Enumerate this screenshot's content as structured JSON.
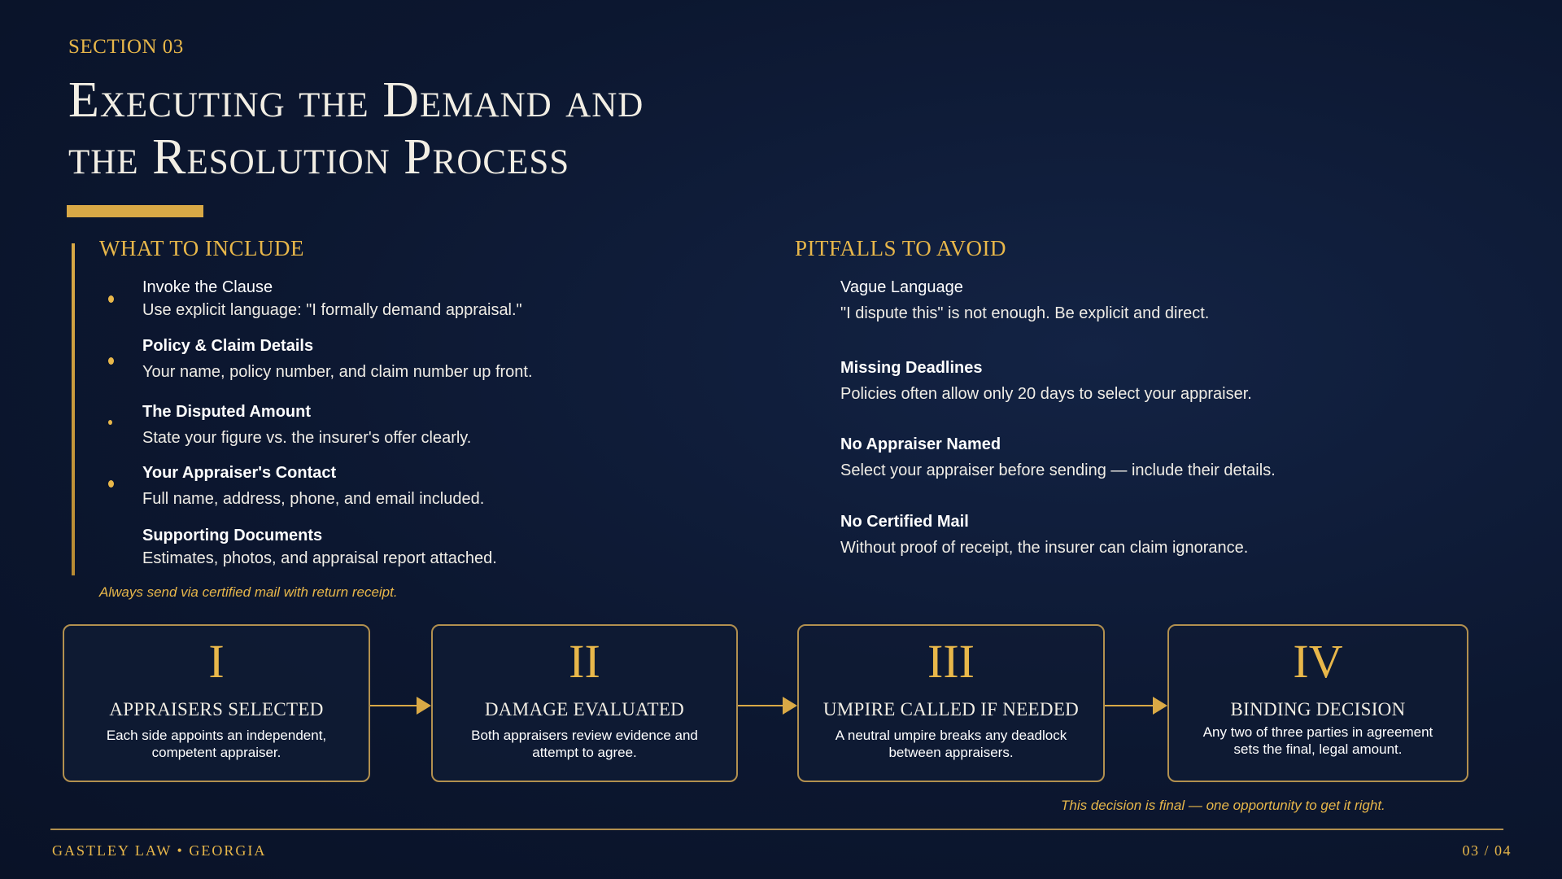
{
  "section_label": "SECTION 03",
  "title_line1": "Executing the Demand and",
  "title_line2": "the Resolution Process",
  "include": {
    "heading": "WHAT TO INCLUDE",
    "items": [
      {
        "title": "Invoke the Clause",
        "desc": "Use explicit language: \"I formally demand appraisal.\""
      },
      {
        "title": "Policy & Claim Details",
        "desc": "Your name, policy number, and claim number up front."
      },
      {
        "title": "The Disputed Amount",
        "desc": "State your figure vs. the insurer's offer clearly."
      },
      {
        "title": "Your Appraiser's Contact",
        "desc": "Full name, address, phone, and email included."
      },
      {
        "title": "Supporting Documents",
        "desc": "Estimates, photos, and appraisal report attached."
      }
    ],
    "note": "Always send via certified mail with return receipt."
  },
  "pitfalls": {
    "heading": "PITFALLS TO AVOID",
    "items": [
      {
        "title": "Vague Language",
        "desc": "\"I dispute this\" is not enough. Be explicit and direct."
      },
      {
        "title": "Missing Deadlines",
        "desc": "Policies often allow only 20 days to select your appraiser."
      },
      {
        "title": "No Appraiser Named",
        "desc": "Select your appraiser before sending — include their details."
      },
      {
        "title": "No Certified Mail",
        "desc": "Without proof of receipt, the insurer can claim ignorance."
      }
    ]
  },
  "process": {
    "steps": [
      {
        "numeral": "I",
        "label": "APPRAISERS SELECTED",
        "desc": "Each side appoints an independent, competent appraiser."
      },
      {
        "numeral": "II",
        "label": "DAMAGE EVALUATED",
        "desc": "Both appraisers review evidence and attempt to agree."
      },
      {
        "numeral": "III",
        "label": "UMPIRE CALLED IF NEEDED",
        "desc": "A neutral umpire breaks any deadlock between appraisers."
      },
      {
        "numeral": "IV",
        "label": "BINDING DECISION",
        "desc": "Any two of three parties in agreement sets the final, legal amount."
      }
    ],
    "note": "This decision is final — one opportunity to get it right."
  },
  "footer": {
    "brand": "GASTLEY LAW • GEORGIA",
    "page": "03 / 04"
  },
  "colors": {
    "background": "#0c1730",
    "accent_gold": "#e8b74a",
    "text": "#f2eee4",
    "border": "#b2904f"
  }
}
